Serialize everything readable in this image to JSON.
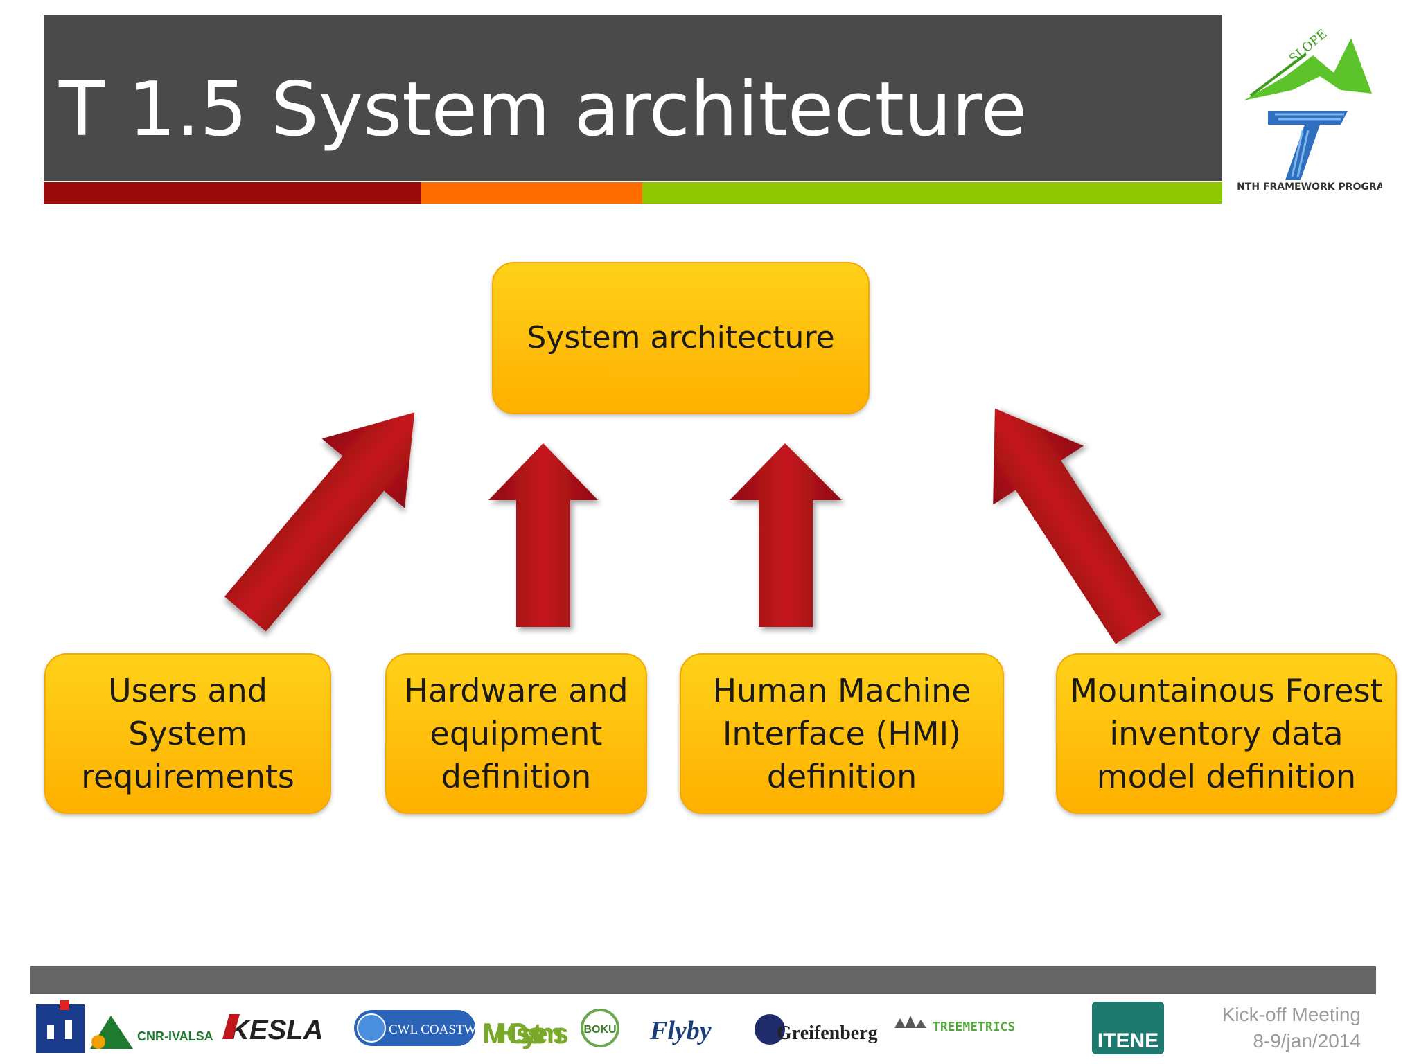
{
  "slide": {
    "title": "T 1.5 System architecture"
  },
  "diagram": {
    "center": "System architecture",
    "inputs": [
      {
        "label_lines": [
          "Users and",
          "System",
          "requirements"
        ]
      },
      {
        "label_lines": [
          "Hardware and",
          "equipment",
          "definition"
        ]
      },
      {
        "label_lines": [
          "Human Machine",
          "Interface (HMI)",
          "definition"
        ]
      },
      {
        "label_lines": [
          "Mountainous Forest",
          "inventory data",
          "model definition"
        ]
      }
    ]
  },
  "logos": {
    "top": {
      "text_upper": "SLOPE",
      "text_lower": "SEVENTH FRAMEWORK PROGRAMME"
    },
    "partners": [
      {
        "name": "CNR-IVALSA"
      },
      {
        "name": "KESLA"
      },
      {
        "name": "CWL COASTWAY"
      },
      {
        "name": "MHG systems"
      },
      {
        "name": "BOKU"
      },
      {
        "name": "Flyby"
      },
      {
        "name": "Greifenberg"
      },
      {
        "name": "TREEMETRICS"
      },
      {
        "name": "ITENE"
      }
    ]
  },
  "footer": {
    "line1": "Kick-off Meeting",
    "line2": "8-9/jan/2014"
  },
  "colors": {
    "title_bar": "#4a4a4a",
    "stripe_red": "#9b0a0a",
    "stripe_orange": "#ff6c00",
    "stripe_green": "#8ec600",
    "box_fill_top": "#ffd11a",
    "box_fill_bottom": "#ffb000",
    "arrow_red": "#b3131a"
  }
}
